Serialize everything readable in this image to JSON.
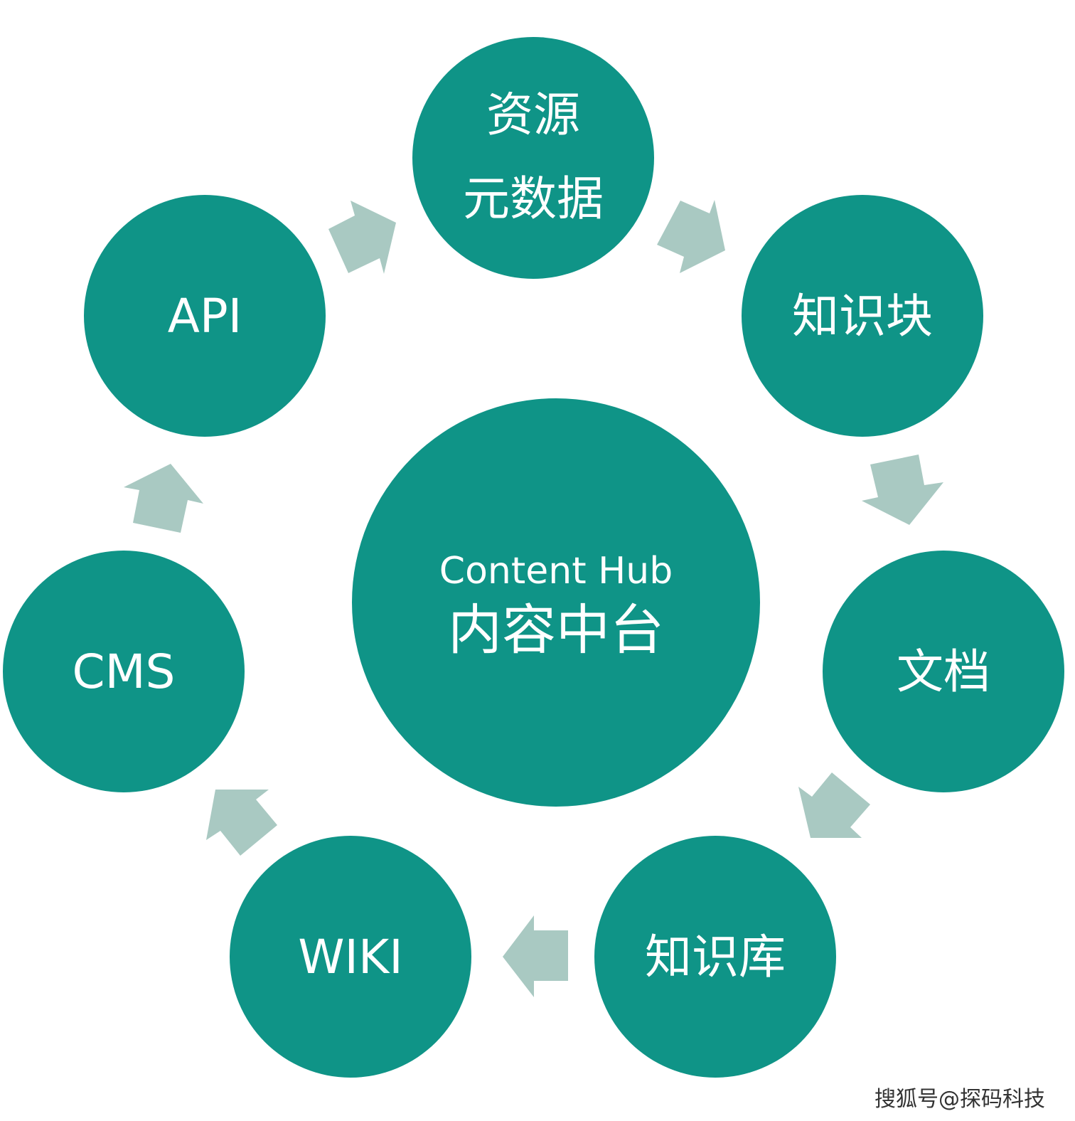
{
  "colors": {
    "node_fill": "#0f9487",
    "arrow_fill": "#a9c9c2",
    "label_text": "#ffffff",
    "watermark_text": "#333333"
  },
  "center": {
    "line1": "Content Hub",
    "line2": "内容中台"
  },
  "nodes": [
    {
      "id": "resource-metadata",
      "line1": "资源",
      "line2": "元数据"
    },
    {
      "id": "knowledge-block",
      "line1": "知识块"
    },
    {
      "id": "document",
      "line1": "文档"
    },
    {
      "id": "knowledge-base",
      "line1": "知识库"
    },
    {
      "id": "wiki",
      "line1": "WIKI"
    },
    {
      "id": "cms",
      "line1": "CMS"
    },
    {
      "id": "api",
      "line1": "API"
    }
  ],
  "cycle_direction": "clockwise",
  "watermark": "搜狐号@探码科技"
}
